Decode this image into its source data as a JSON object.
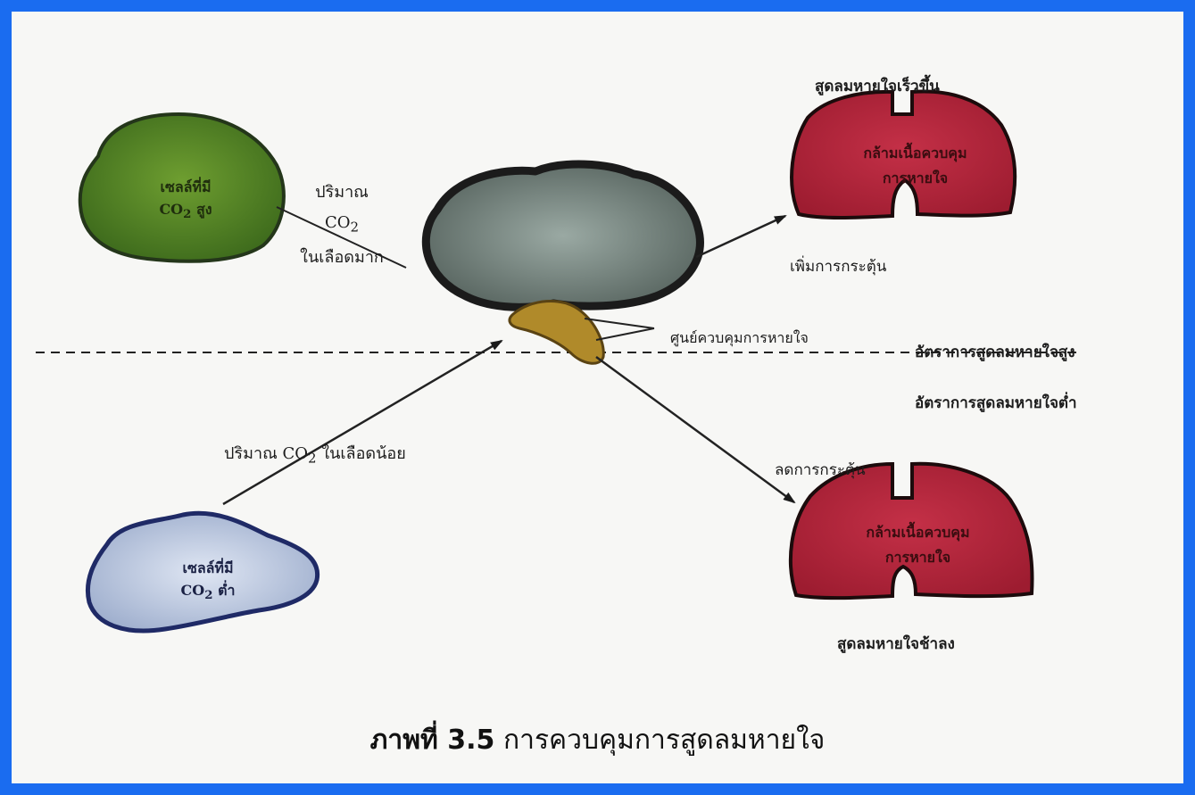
{
  "caption": {
    "figure_label": "ภาพที่ 3.5",
    "title": "การควบคุมการสูดลมหายใจ"
  },
  "high_co2_cells": {
    "label_line1": "เซลล์ที่มี",
    "label_line2": "CO",
    "label_sub": "2",
    "label_line2_tail": "สูง"
  },
  "low_co2_cells": {
    "label_line1": "เซลล์ที่มี",
    "label_line2": "CO",
    "label_sub": "2",
    "label_line2_tail": "ต่ำ"
  },
  "high_co2_blood": {
    "line1": "ปริมาณ",
    "line2": "CO",
    "line2_sub": "2",
    "line3": "ในเลือดมาก"
  },
  "low_co2_blood": {
    "prefix": "ปริมาณ CO",
    "sub": "2",
    "suffix": "ในเลือดน้อย"
  },
  "respiratory_center": {
    "label": "ศูนย์ควบคุมการหายใจ"
  },
  "increase_stimulation": {
    "label": "เพิ่มการกระตุ้น"
  },
  "decrease_stimulation": {
    "label": "ลดการกระตุ้น"
  },
  "rate_high": {
    "label": "อัตราการสูดลมหายใจสูง"
  },
  "rate_low": {
    "label": "อัตราการสูดลมหายใจต่ำ"
  },
  "fast_breathing": {
    "label": "สูดลมหายใจเร็วขึ้น",
    "overlay_line1": "กล้ามเนื้อควบคุม",
    "overlay_line2": "การหายใจ"
  },
  "slow_breathing": {
    "label": "สูดลมหายใจช้าลง",
    "overlay_line1": "กล้ามเนื้อควบคุม",
    "overlay_line2": "การหายใจ"
  },
  "colors": {
    "border": "#1a6cf0",
    "green_cell": "#5a8f2c",
    "blue_cell": "#b8c6e0",
    "lung": "#b3243a",
    "brain": "#7b8c86",
    "brainstem": "#b08a2a"
  }
}
